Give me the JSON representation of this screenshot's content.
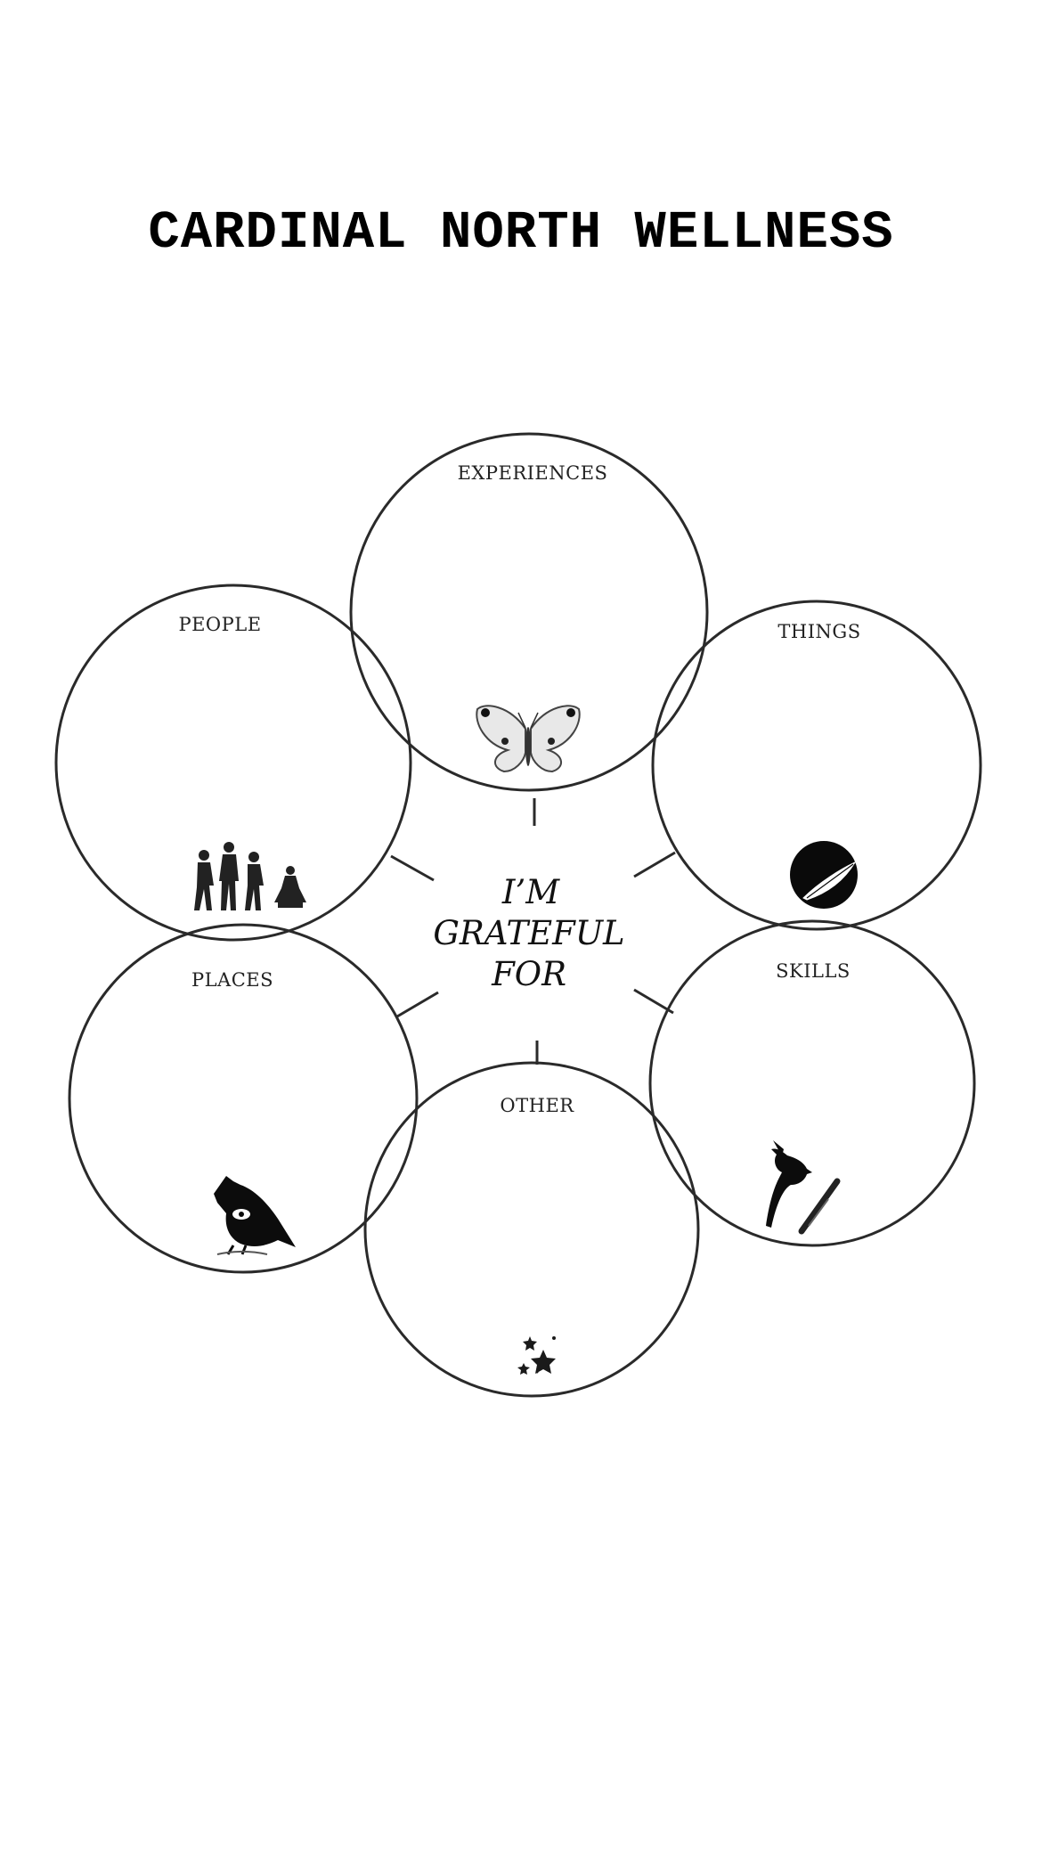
{
  "title": "CARDINAL NORTH WELLNESS",
  "diagram": {
    "center": {
      "line1": "I’M",
      "line2": "GRATEFUL",
      "line3": "FOR"
    },
    "circles": {
      "experiences": {
        "label": "EXPERIENCES",
        "icon": "butterfly"
      },
      "people": {
        "label": "PEOPLE",
        "icon": "walking-people"
      },
      "things": {
        "label": "THINGS",
        "icon": "moon-feather"
      },
      "places": {
        "label": "PLACES",
        "icon": "cardinal-bird"
      },
      "skills": {
        "label": "SKILLS",
        "icon": "bird-branch"
      },
      "other": {
        "label": "OTHER",
        "icon": "stars"
      }
    },
    "stroke_color": "#2a2a2a"
  }
}
